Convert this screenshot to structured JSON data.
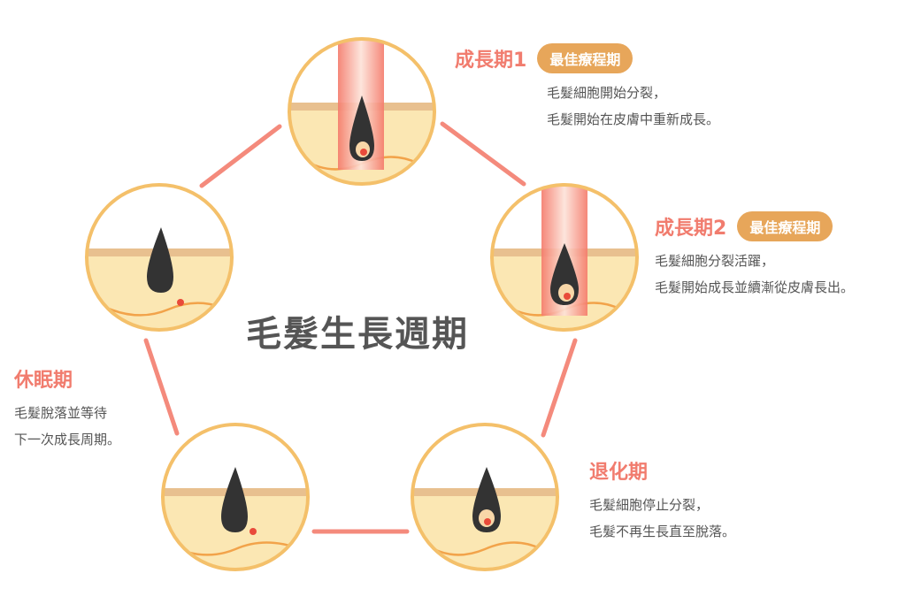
{
  "center_title": "毛髮生長週期",
  "phases": {
    "anagen1": {
      "title": "成長期1",
      "badge": "最佳療程期",
      "lines": [
        "毛髮細胞開始分裂，",
        "毛髮開始在皮膚中重新成長。"
      ]
    },
    "anagen2": {
      "title": "成長期2",
      "badge": "最佳療程期",
      "lines": [
        "毛髮細胞分裂活躍，",
        "毛髮開始成長並續漸從皮膚長出。"
      ]
    },
    "catagen": {
      "title": "退化期",
      "lines": [
        "毛髮細胞停止分裂，",
        "毛髮不再生長直至脫落。"
      ]
    },
    "telogen": {
      "title": "休眠期",
      "lines": [
        "毛髮脫落並等待",
        "下一次成長周期。"
      ]
    }
  },
  "colors": {
    "accent": "#f17c6e",
    "badge": "#e7a65a",
    "ring": "#f48a7c",
    "skin": "#fbe7b3",
    "circle_border": "#f4c06a",
    "hair": "#333333"
  }
}
